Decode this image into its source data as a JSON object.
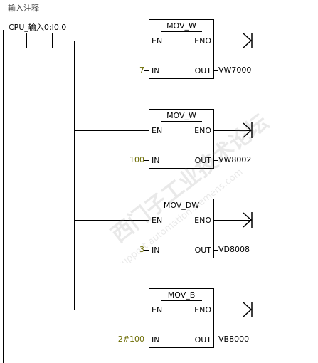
{
  "network": {
    "comment": "输入注释",
    "contact": "CPU_输入0:I0.0"
  },
  "blocks": [
    {
      "title": "MOV_W",
      "en": "EN",
      "eno": "ENO",
      "in": "IN",
      "out": "OUT",
      "in_value": "7",
      "out_value": "VW7000"
    },
    {
      "title": "MOV_W",
      "en": "EN",
      "eno": "ENO",
      "in": "IN",
      "out": "OUT",
      "in_value": "100",
      "out_value": "VW8002"
    },
    {
      "title": "MOV_DW",
      "en": "EN",
      "eno": "ENO",
      "in": "IN",
      "out": "OUT",
      "in_value": "3",
      "out_value": "VD8008"
    },
    {
      "title": "MOV_B",
      "en": "EN",
      "eno": "ENO",
      "in": "IN",
      "out": "OUT",
      "in_value": "2#100",
      "out_value": "VB8000"
    }
  ],
  "watermark": {
    "line1": "西门子工业",
    "line2": "技术论坛",
    "line3": "support.automation.siemens.com"
  },
  "colors": {
    "value_text": "#6b6b00",
    "wire": "#000000"
  }
}
